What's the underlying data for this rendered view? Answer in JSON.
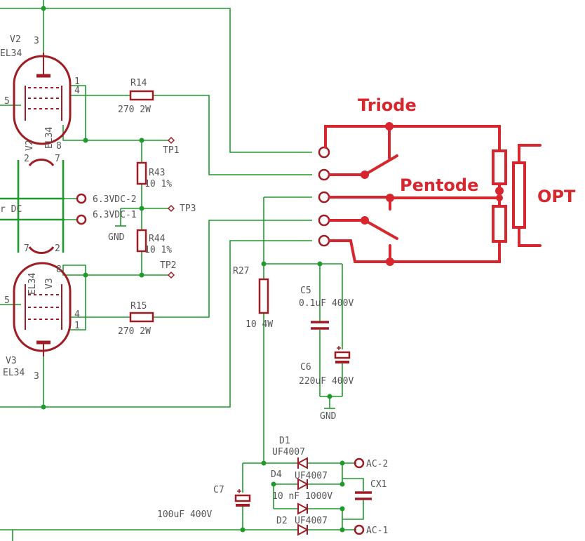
{
  "tubes": {
    "v2": {
      "ref": "V2",
      "type": "EL34",
      "pins": [
        "3",
        "1",
        "4",
        "5",
        "8"
      ]
    },
    "v3": {
      "ref": "V3",
      "type": "EL34",
      "pins": [
        "3",
        "1",
        "4",
        "5",
        "8"
      ]
    },
    "mid_top": {
      "ref": "V2",
      "type": "EL34"
    },
    "mid_bottom": {
      "ref": "V3",
      "type": "EL34"
    },
    "heater_pins": [
      "2",
      "7",
      "7",
      "2"
    ]
  },
  "resistors": {
    "r14": {
      "ref": "R14",
      "value": "270 2W"
    },
    "r15": {
      "ref": "R15",
      "value": "270 2W"
    },
    "r43": {
      "ref": "R43",
      "value": "10 1%"
    },
    "r44": {
      "ref": "R44",
      "value": "10 1%"
    },
    "r27": {
      "ref": "R27",
      "value": "10 4W"
    }
  },
  "capacitors": {
    "c5": {
      "ref": "C5",
      "value": "0.1uF 400V"
    },
    "c6": {
      "ref": "C6",
      "value": "220uF 400V"
    },
    "c7": {
      "ref": "C7",
      "value": "100uF 400V"
    },
    "cx1": {
      "ref": "CX1",
      "value": "10 nF 1000V"
    }
  },
  "diodes": {
    "d1": {
      "ref": "D1",
      "value": "UF4007"
    },
    "d2": {
      "ref": "D2",
      "value": "UF4007"
    },
    "d4": {
      "ref": "D4",
      "value": "UF4007"
    }
  },
  "testpoints": {
    "tp1": "TP1",
    "tp2": "TP2",
    "tp3": "TP3"
  },
  "connectors": {
    "h2": "6.3VDC-2",
    "h1": "6.3VDC-1",
    "ac2": "AC-2",
    "ac1": "AC-1",
    "heater_fragment": "r DC"
  },
  "grounds": {
    "g1": "GND",
    "g2": "GND"
  },
  "annotations": {
    "triode": "Triode",
    "pentode": "Pentode",
    "opt": "OPT"
  },
  "colors": {
    "wire": "#1f9a2c",
    "component": "#8e1b22",
    "annotation": "#d7262e",
    "label": "#555555"
  }
}
